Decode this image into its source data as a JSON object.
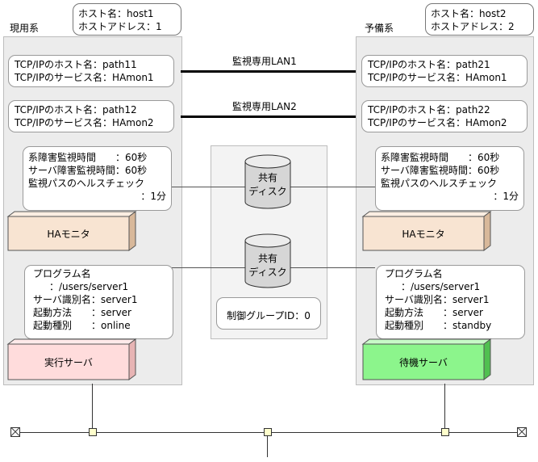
{
  "primary": {
    "label": "現用系",
    "host": [
      "ホスト名：host1",
      "ホストアドレス：1"
    ],
    "tcp1": [
      "TCP/IPのホスト名：path11",
      "TCP/IPのサービス名：HAmon1"
    ],
    "tcp2": [
      "TCP/IPのホスト名：path12",
      "TCP/IPのサービス名：HAmon2"
    ],
    "monitor": [
      "系障害監視時間　　：60秒",
      "サーバ障害監視時間：60秒",
      "監視パスのヘルスチェック",
      "：1分"
    ],
    "hamonitor": "HAモニタ",
    "program": [
      "プログラム名",
      "：/users/server1",
      "サーバ識別名：server1",
      "起動方法　　：server",
      "起動種別　　：online"
    ],
    "server": "実行サーバ"
  },
  "standby": {
    "label": "予備系",
    "host": [
      "ホスト名：host2",
      "ホストアドレス：2"
    ],
    "tcp1": [
      "TCP/IPのホスト名：path21",
      "TCP/IPのサービス名：HAmon1"
    ],
    "tcp2": [
      "TCP/IPのホスト名：path22",
      "TCP/IPのサービス名：HAmon2"
    ],
    "monitor": [
      "系障害監視時間　　：60秒",
      "サーバ障害監視時間：60秒",
      "監視パスのヘルスチェック",
      "：1分"
    ],
    "hamonitor": "HAモニタ",
    "program": [
      "プログラム名",
      "：/users/server1",
      "サーバ識別名：server1",
      "起動方法　　：server",
      "起動種別　　：standby"
    ],
    "server": "待機サーバ"
  },
  "lan1": "監視専用LAN1",
  "lan2": "監視専用LAN2",
  "disk1": [
    "共有",
    "ディスク"
  ],
  "disk2": [
    "共有",
    "ディスク"
  ],
  "control_group": "制御グループID：0",
  "colors": {
    "panel": "#ececec",
    "hamonitor": "#f8e4d2",
    "active_server": "#ffdcdc",
    "standby_server": "#8cf58c",
    "node": "#ffffcc"
  }
}
